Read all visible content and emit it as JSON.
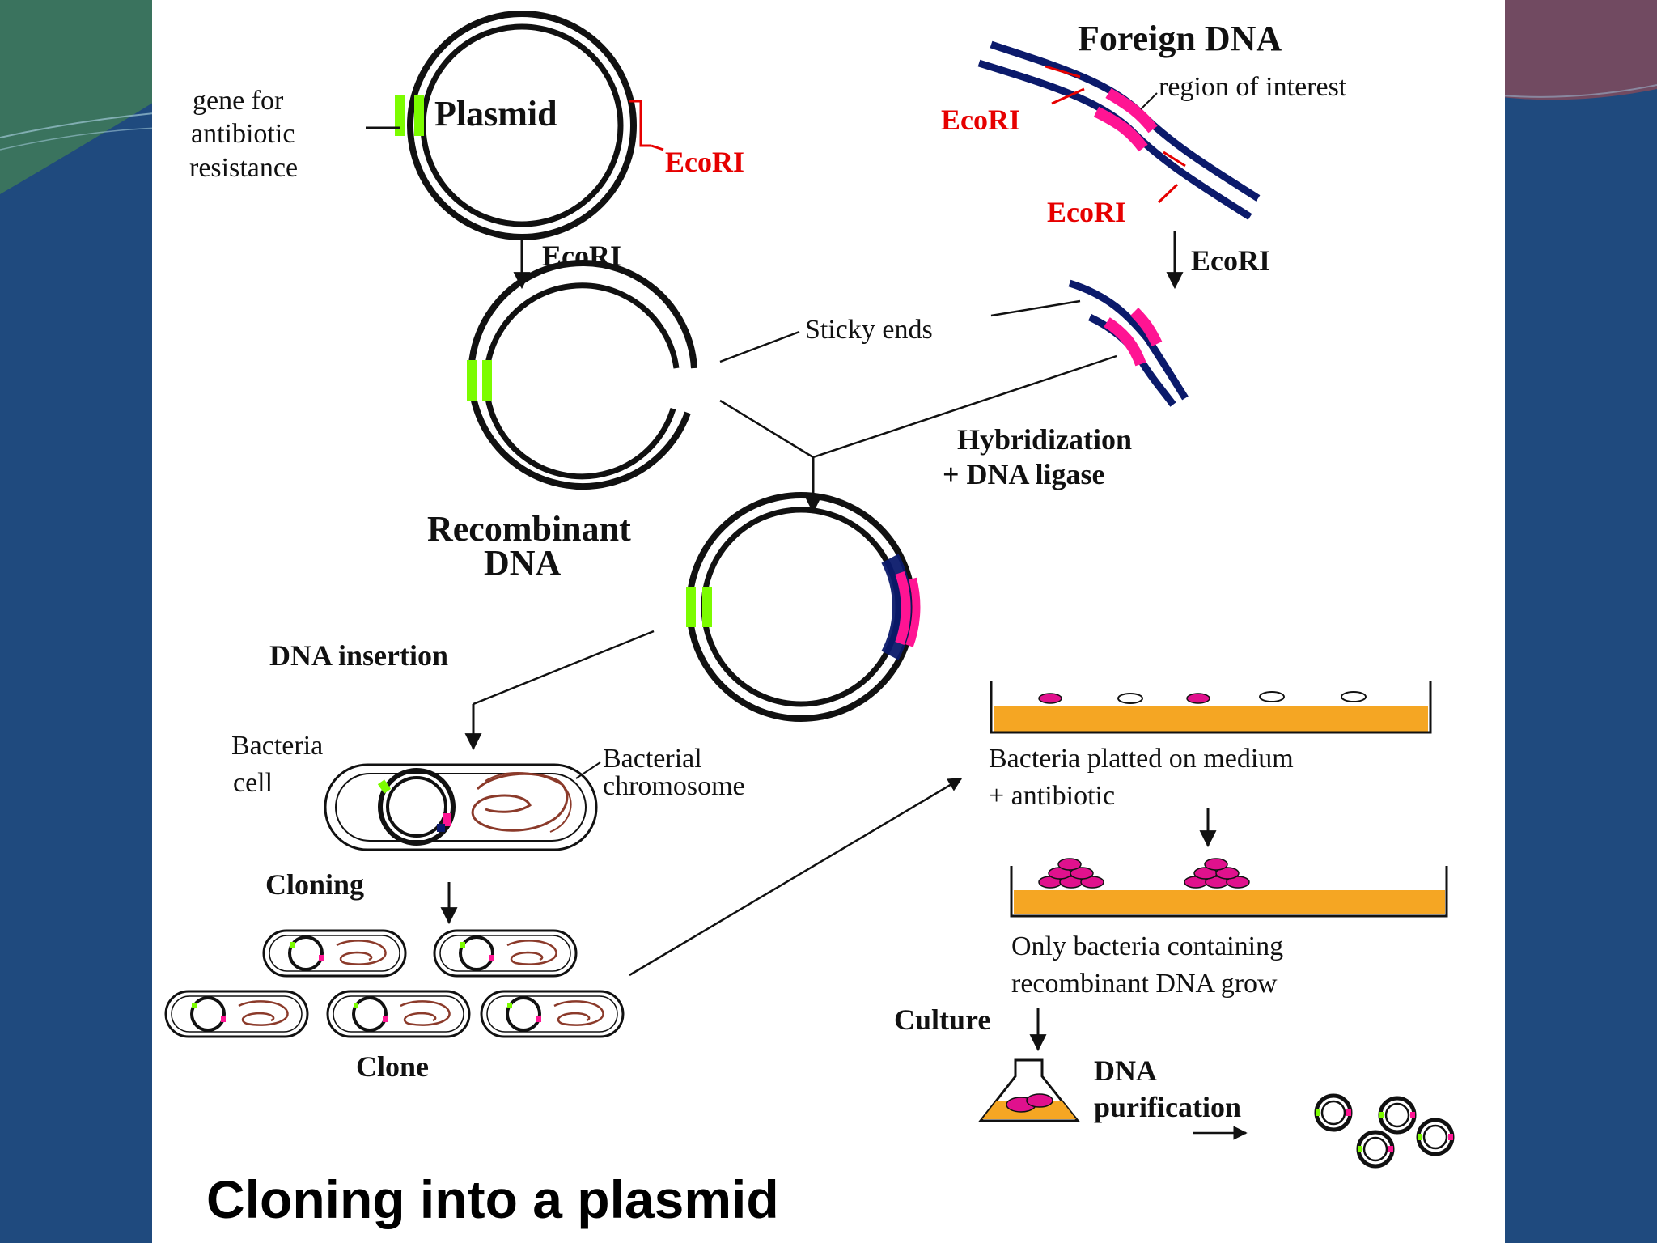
{
  "colors": {
    "slide_background": "#1f4a7e",
    "panel": "#ffffff",
    "marker_green": "#7cfc00",
    "insert_pink": "#ff1493",
    "dna_navy": "#0b1a6b",
    "ecori_red": "#e60000",
    "medium_orange": "#f5a623",
    "chromosome_brown": "#8b3a2a"
  },
  "labels": {
    "plasmid": "Plasmid",
    "gene_line1": "gene for",
    "gene_line2": "antibiotic",
    "gene_line3": "resistance",
    "ecori": "EcoRI",
    "foreign_dna": "Foreign DNA",
    "region_of_interest": "region of interest",
    "sticky_ends": "Sticky ends",
    "hybridization": "Hybridization",
    "dna_ligase": "+ DNA ligase",
    "recombinant_line1": "Recombinant",
    "recombinant_line2": "DNA",
    "dna_insertion": "DNA insertion",
    "bacteria_cell_line1": "Bacteria",
    "bacteria_cell_line2": "cell",
    "bacterial_chromosome_line1": "Bacterial",
    "bacterial_chromosome_line2": "chromosome",
    "cloning": "Cloning",
    "clone": "Clone",
    "plated_line1": "Bacteria platted on medium",
    "plated_line2": "+ antibiotic",
    "only_line1": "Only bacteria containing",
    "only_line2": "recombinant DNA grow",
    "culture": "Culture",
    "dna_purification_line1": "DNA",
    "dna_purification_line2": "purification"
  },
  "caption": "Cloning into a plasmid"
}
